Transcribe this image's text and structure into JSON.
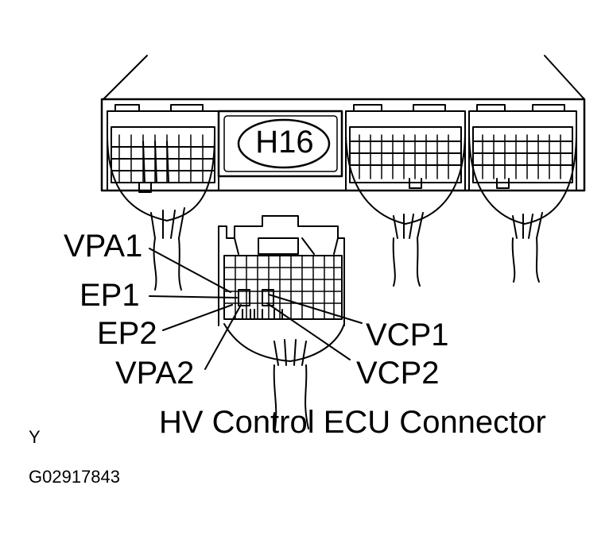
{
  "connector_id": "H16",
  "pins": {
    "vpa1": "VPA1",
    "ep1": "EP1",
    "ep2": "EP2",
    "vpa2": "VPA2",
    "vcp1": "VCP1",
    "vcp2": "VCP2"
  },
  "caption": "HV Control ECU Connector",
  "view_marker": "Y",
  "figure_code": "G02917843"
}
